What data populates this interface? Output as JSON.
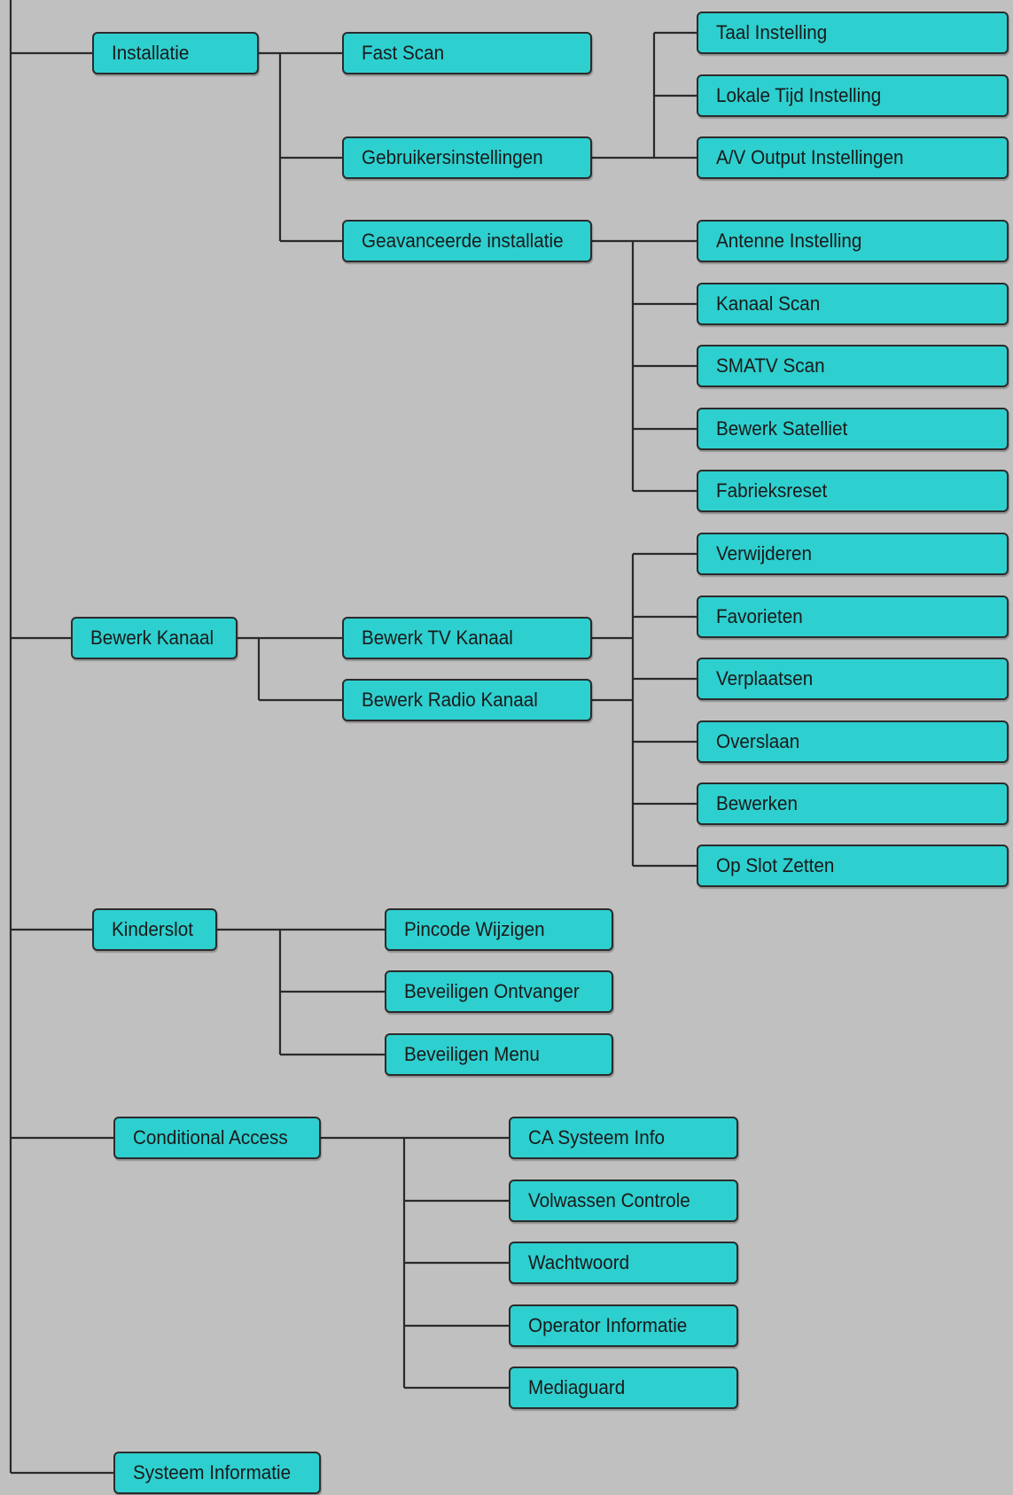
{
  "menu": {
    "installatie": {
      "label": "Installatie",
      "fast_scan": "Fast Scan",
      "gebruikersinstellingen": {
        "label": "Gebruikersinstellingen",
        "items": [
          "Taal Instelling",
          "Lokale Tijd Instelling",
          "A/V Output Instellingen"
        ]
      },
      "geavanceerde": {
        "label": "Geavanceerde installatie",
        "items": [
          "Antenne Instelling",
          "Kanaal Scan",
          "SMATV Scan",
          "Bewerk Satelliet",
          "Fabrieksreset"
        ]
      }
    },
    "bewerk_kanaal": {
      "label": "Bewerk Kanaal",
      "tv": "Bewerk TV Kanaal",
      "radio": "Bewerk Radio Kanaal",
      "items": [
        "Verwijderen",
        "Favorieten",
        "Verplaatsen",
        "Overslaan",
        "Bewerken",
        "Op Slot Zetten"
      ]
    },
    "kinderslot": {
      "label": "Kinderslot",
      "items": [
        "Pincode Wijzigen",
        "Beveiligen Ontvanger",
        "Beveiligen Menu"
      ]
    },
    "conditional_access": {
      "label": "Conditional Access",
      "items": [
        "CA Systeem Info",
        "Volwassen Controle",
        "Wachtwoord",
        "Operator Informatie",
        "Mediaguard"
      ]
    },
    "systeem_informatie": {
      "label": "Systeem Informatie"
    }
  },
  "colors": {
    "background": "#c0c0c0",
    "node_fill": "#2ecfcf",
    "line": "#2a2a2a"
  }
}
